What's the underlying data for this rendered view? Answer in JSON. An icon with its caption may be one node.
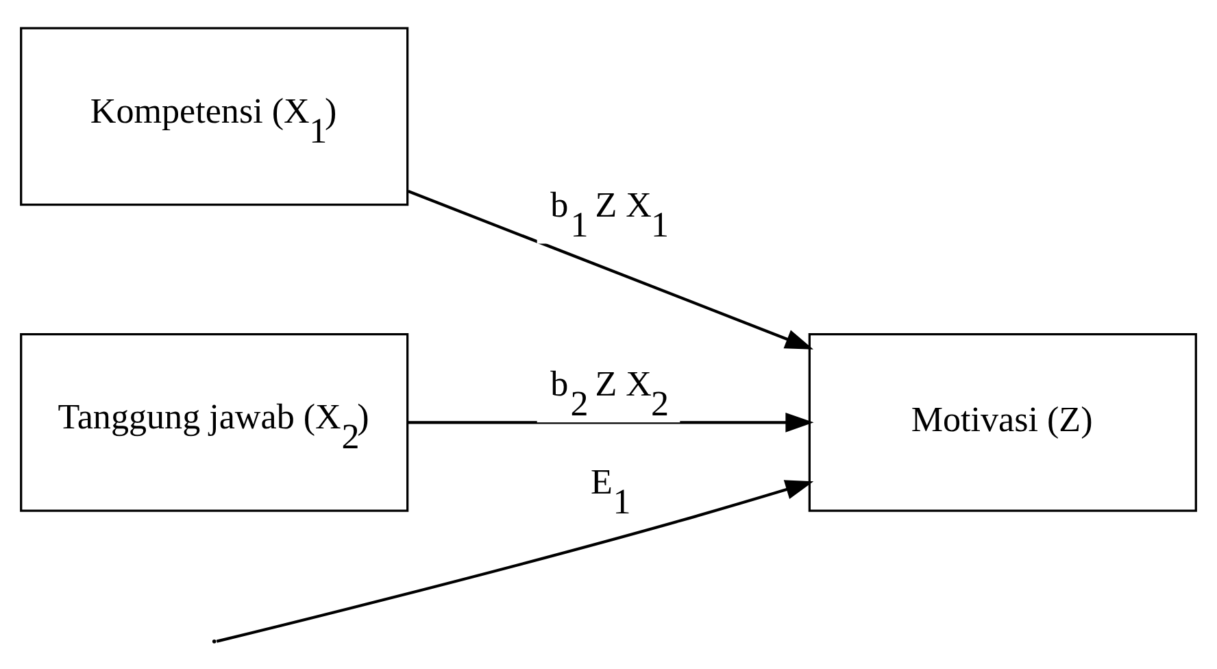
{
  "diagram": {
    "nodes": [
      {
        "text": [
          "Kompetensi (X$_{1}$)"
        ]
      },
      {
        "text": [
          "Motivasi (Z)"
        ]
      },
      {
        "text": [
          "Tanggung jawab (X$_{2}$)"
        ]
      }
    ],
    "edges": [
      {
        "from": 0,
        "to": 1,
        "arrow": "to",
        "label": "b$_{1}$ Z X$_{1}$"
      },
      {
        "from": 2,
        "to": 1,
        "arrow": "to",
        "label": "b$_{2}$ Z X$_{2}$"
      },
      {
        "from": null,
        "to": 1,
        "arrow": "to",
        "label": "E$_{1}$"
      }
    ]
  }
}
